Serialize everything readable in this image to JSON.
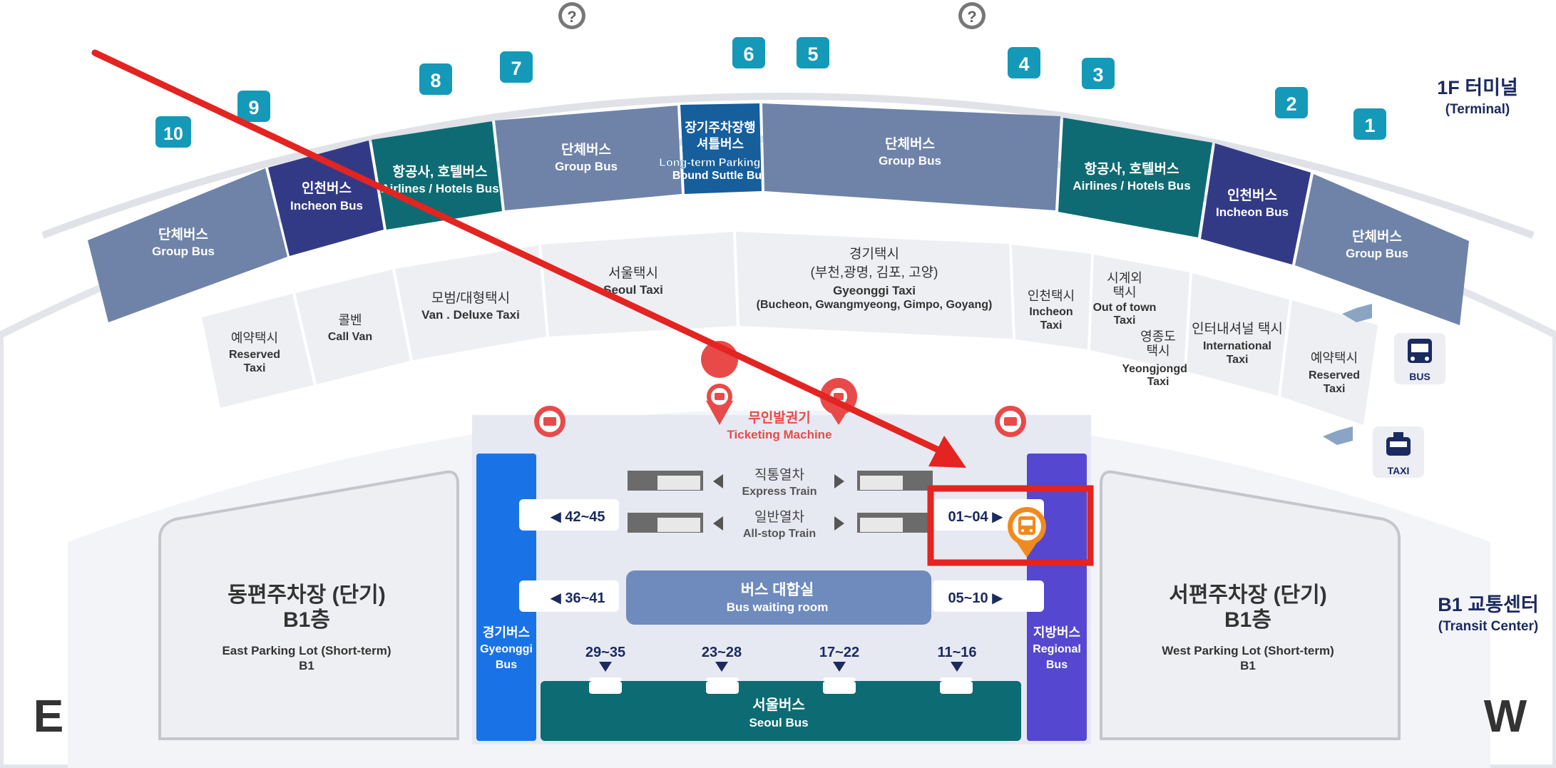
{
  "gates": [
    "1",
    "2",
    "3",
    "4",
    "5",
    "6",
    "7",
    "8",
    "9",
    "10"
  ],
  "terminal": {
    "ko": "1F 터미널",
    "en": "(Terminal)"
  },
  "transit": {
    "ko": "B1 교통센터",
    "en": "(Transit Center)"
  },
  "compass": {
    "east": "E",
    "west": "W"
  },
  "bus_zones": [
    {
      "ko": "단체버스",
      "en": "Group Bus"
    },
    {
      "ko": "인천버스",
      "en": "Incheon Bus"
    },
    {
      "ko": "항공사, 호텔버스",
      "en": "Airlines / Hotels Bus"
    },
    {
      "ko": "단체버스",
      "en": "Group Bus"
    },
    {
      "ko": "장기주차장행",
      "ko2": "셔틀버스",
      "en": "Long-term Parking Lot",
      "en2": "Bound Suttle Bus"
    },
    {
      "ko": "단체버스",
      "en": "Group Bus"
    },
    {
      "ko": "항공사, 호텔버스",
      "en": "Airlines / Hotels Bus"
    },
    {
      "ko": "인천버스",
      "en": "Incheon Bus"
    },
    {
      "ko": "단체버스",
      "en": "Group Bus"
    }
  ],
  "taxi_zones": [
    {
      "ko": "예약택시",
      "en": "Reserved",
      "en2": "Taxi"
    },
    {
      "ko": "콜벤",
      "en": "Call Van"
    },
    {
      "ko": "모범/대형택시",
      "en": "Van . Deluxe Taxi"
    },
    {
      "ko": "서울택시",
      "en": "Seoul Taxi"
    },
    {
      "ko": "경기택시",
      "ko2": "(부천,광명, 김포, 고양)",
      "en": "Gyeonggi Taxi",
      "en2": "(Bucheon, Gwangmyeong, Gimpo, Goyang)"
    },
    {
      "ko": "인천택시",
      "en": "Incheon",
      "en2": "Taxi"
    },
    {
      "ko": "시계외",
      "ko2": "택시",
      "en": "Out of town",
      "en2": "Taxi"
    },
    {
      "ko": "영종도",
      "ko2": "택시",
      "en": "Yeongjongdo",
      "en2": "Taxi"
    },
    {
      "ko": "인터내셔널 택시",
      "en": "International",
      "en2": "Taxi"
    },
    {
      "ko": "예약택시",
      "en": "Reserved",
      "en2": "Taxi"
    }
  ],
  "side_icons": {
    "bus": "BUS",
    "taxi": "TAXI"
  },
  "ticketing": {
    "ko": "무인발권기",
    "en": "Ticketing Machine"
  },
  "trains": {
    "express_ko": "직통열차",
    "express_en": "Express Train",
    "allstop_ko": "일반열차",
    "allstop_en": "All-stop Train"
  },
  "platforms": {
    "left_top": "◀ 42~45",
    "left_mid": "◀ 36~41",
    "right_top": "01~04 ▶",
    "right_mid": "05~10 ▶",
    "bottom": [
      "29~35",
      "23~28",
      "17~22",
      "11~16"
    ]
  },
  "waiting_room": {
    "ko": "버스 대합실",
    "en": "Bus waiting room"
  },
  "gyeonggi_bus": {
    "ko": "경기버스",
    "en": "Gyeonggi",
    "en2": "Bus"
  },
  "regional_bus": {
    "ko": "지방버스",
    "en": "Regional",
    "en2": "Bus"
  },
  "seoul_bus": {
    "ko": "서울버스",
    "en": "Seoul Bus"
  },
  "east_parking": {
    "ko": "동편주차장 (단기)",
    "ko2": "B1층",
    "en": "East Parking Lot (Short-term)",
    "en2": "B1"
  },
  "west_parking": {
    "ko": "서편주차장 (단기)",
    "ko2": "B1층",
    "en": "West Parking Lot (Short-term)",
    "en2": "B1"
  },
  "help_icon": "?",
  "colors": {
    "group_bus": "#6f83a9",
    "incheon_bus": "#333a85",
    "airline_bus": "#0e6b73",
    "shuttle": "#165e9c",
    "gate_tag": "#1599b8",
    "annot_red": "#e32420",
    "gyeonggi": "#1a73e6",
    "regional": "#5547cf",
    "seoul": "#0d6b73",
    "waiting": "#6f8bbd",
    "orange": "#f18a1e"
  }
}
